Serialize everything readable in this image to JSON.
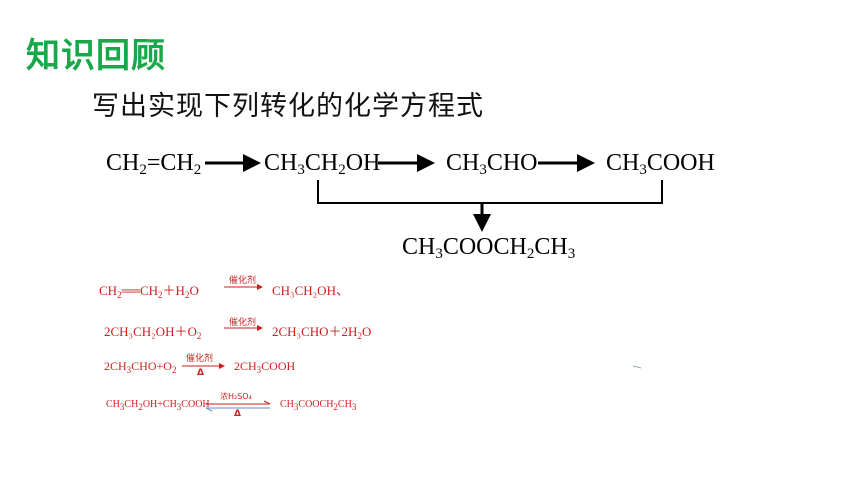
{
  "header": {
    "title": "知识回顾",
    "subtitle": "写出实现下列转化的化学方程式"
  },
  "scheme": {
    "ethylene": [
      "CH",
      "2",
      "=CH",
      "2"
    ],
    "ethanol": [
      "CH",
      "3",
      "CH",
      "2",
      "OH"
    ],
    "acetaldehyde": [
      "CH",
      "3",
      "CHO"
    ],
    "acetic_acid": [
      "CH",
      "3",
      "COOH"
    ],
    "ethyl_acetate": [
      "CH",
      "3",
      "COOCH",
      "2",
      "CH",
      "3"
    ]
  },
  "equations": {
    "eq1": {
      "left": [
        "CH",
        "2",
        "══CH",
        "2",
        "＋H",
        "2",
        "O"
      ],
      "condition": "催化剂",
      "right": "CH₃CH₂OH、"
    },
    "eq2": {
      "left": [
        "2CH₃CH₂OH＋O",
        "2"
      ],
      "condition": "催化剂",
      "right": [
        "2CH₃CHO＋2H",
        "2",
        "O"
      ]
    },
    "eq3": {
      "left": [
        "2CH",
        "3",
        "CHO+O",
        "2"
      ],
      "condition_top": "催化剂",
      "condition_bottom": "Δ",
      "right": [
        "2CH",
        "3",
        "COOH"
      ]
    },
    "eq4": {
      "left": [
        "CH",
        "3",
        "CH",
        "2",
        "OH+CH",
        "3",
        "COOH"
      ],
      "condition_top": "浓H₂SO₄",
      "condition_bottom": "Δ",
      "right": [
        "CH",
        "3",
        "COOCH",
        "2",
        "CH",
        "3"
      ]
    }
  },
  "colors": {
    "title": "#17a84a",
    "equation": "#cc1e1e",
    "reverse_arrow": "#5b8fd6"
  }
}
